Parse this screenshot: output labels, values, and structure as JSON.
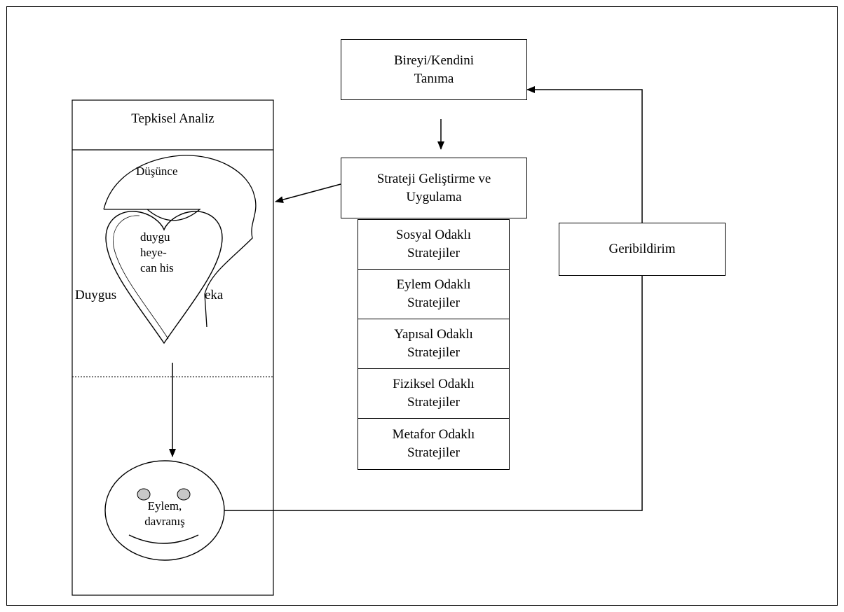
{
  "diagram": {
    "self_knowledge": "Bireyi/Kendini\nTanıma",
    "strategy": "Strateji Geliştirme ve\nUygulama",
    "strategies": [
      "Sosyal Odaklı\nStratejiler",
      "Eylem Odaklı\nStratejiler",
      "Yapısal Odaklı\nStratejiler",
      "Fiziksel Odaklı\nStratejiler",
      "Metafor Odaklı\nStratejiler"
    ],
    "feedback": "Geribildirim",
    "reactive_analysis": {
      "title": "Tepkisel Analiz",
      "thought": "Düşünce",
      "emotion": "duygu\nheye-\ncan his",
      "emotional_intel_left": "Duygus",
      "emotional_intel_right": "eka",
      "action": "Eylem,\ndavranış"
    }
  }
}
